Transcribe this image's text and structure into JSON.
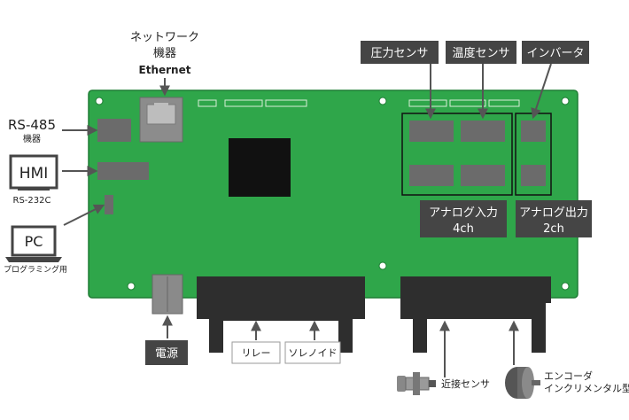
{
  "labels": {
    "network_line1": "ネットワーク",
    "network_line2": "機器",
    "ethernet": "Ethernet",
    "rs485": "RS-485",
    "rs485_sub": "機器",
    "hmi": "HMI",
    "rs232c": "RS-232C",
    "pc": "PC",
    "pc_sub": "プログラミング用",
    "pressure_sensor": "圧力センサ",
    "temp_sensor": "温度センサ",
    "inverter": "インバータ",
    "analog_in_line1": "アナログ入力",
    "analog_in_line2": "4ch",
    "analog_out_line1": "アナログ出力",
    "analog_out_line2": "2ch",
    "power": "電源",
    "relay": "リレー",
    "solenoid": "ソレノイド",
    "proximity_sensor": "近接センサ",
    "encoder_line1": "エンコーダ",
    "encoder_line2": "インクリメンタル型"
  },
  "colors": {
    "board": "#2fa64a",
    "board_edge": "#1f7d35",
    "chip": "#111111",
    "component": "#6b6b6b",
    "label_dark": "#454545",
    "connector": "#2e2e2e"
  }
}
